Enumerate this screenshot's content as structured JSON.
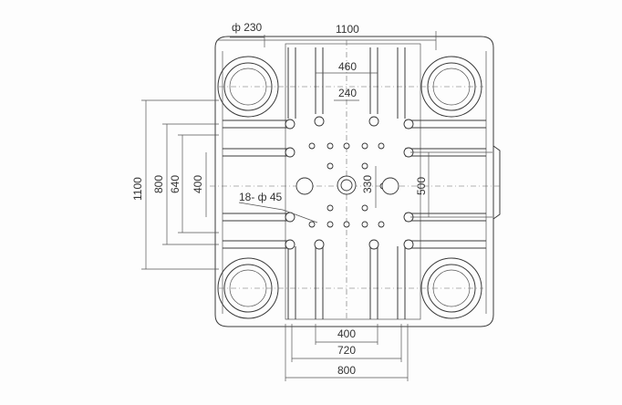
{
  "dimensions": {
    "tie_bar_diameter": "ф 230",
    "tie_bar_spacing": "1100",
    "slot_spacing_460": "460",
    "slot_spacing_240": "240",
    "vertical_1100": "1100",
    "vertical_800": "800",
    "vertical_640": "640",
    "vertical_400": "400",
    "center_330": "330",
    "right_500": "500",
    "holes_note": "18- ф 45",
    "bottom_400": "400",
    "bottom_720": "720",
    "bottom_800": "800"
  },
  "colors": {
    "line": "#3a3a3a",
    "background": "#fdfdfd"
  }
}
